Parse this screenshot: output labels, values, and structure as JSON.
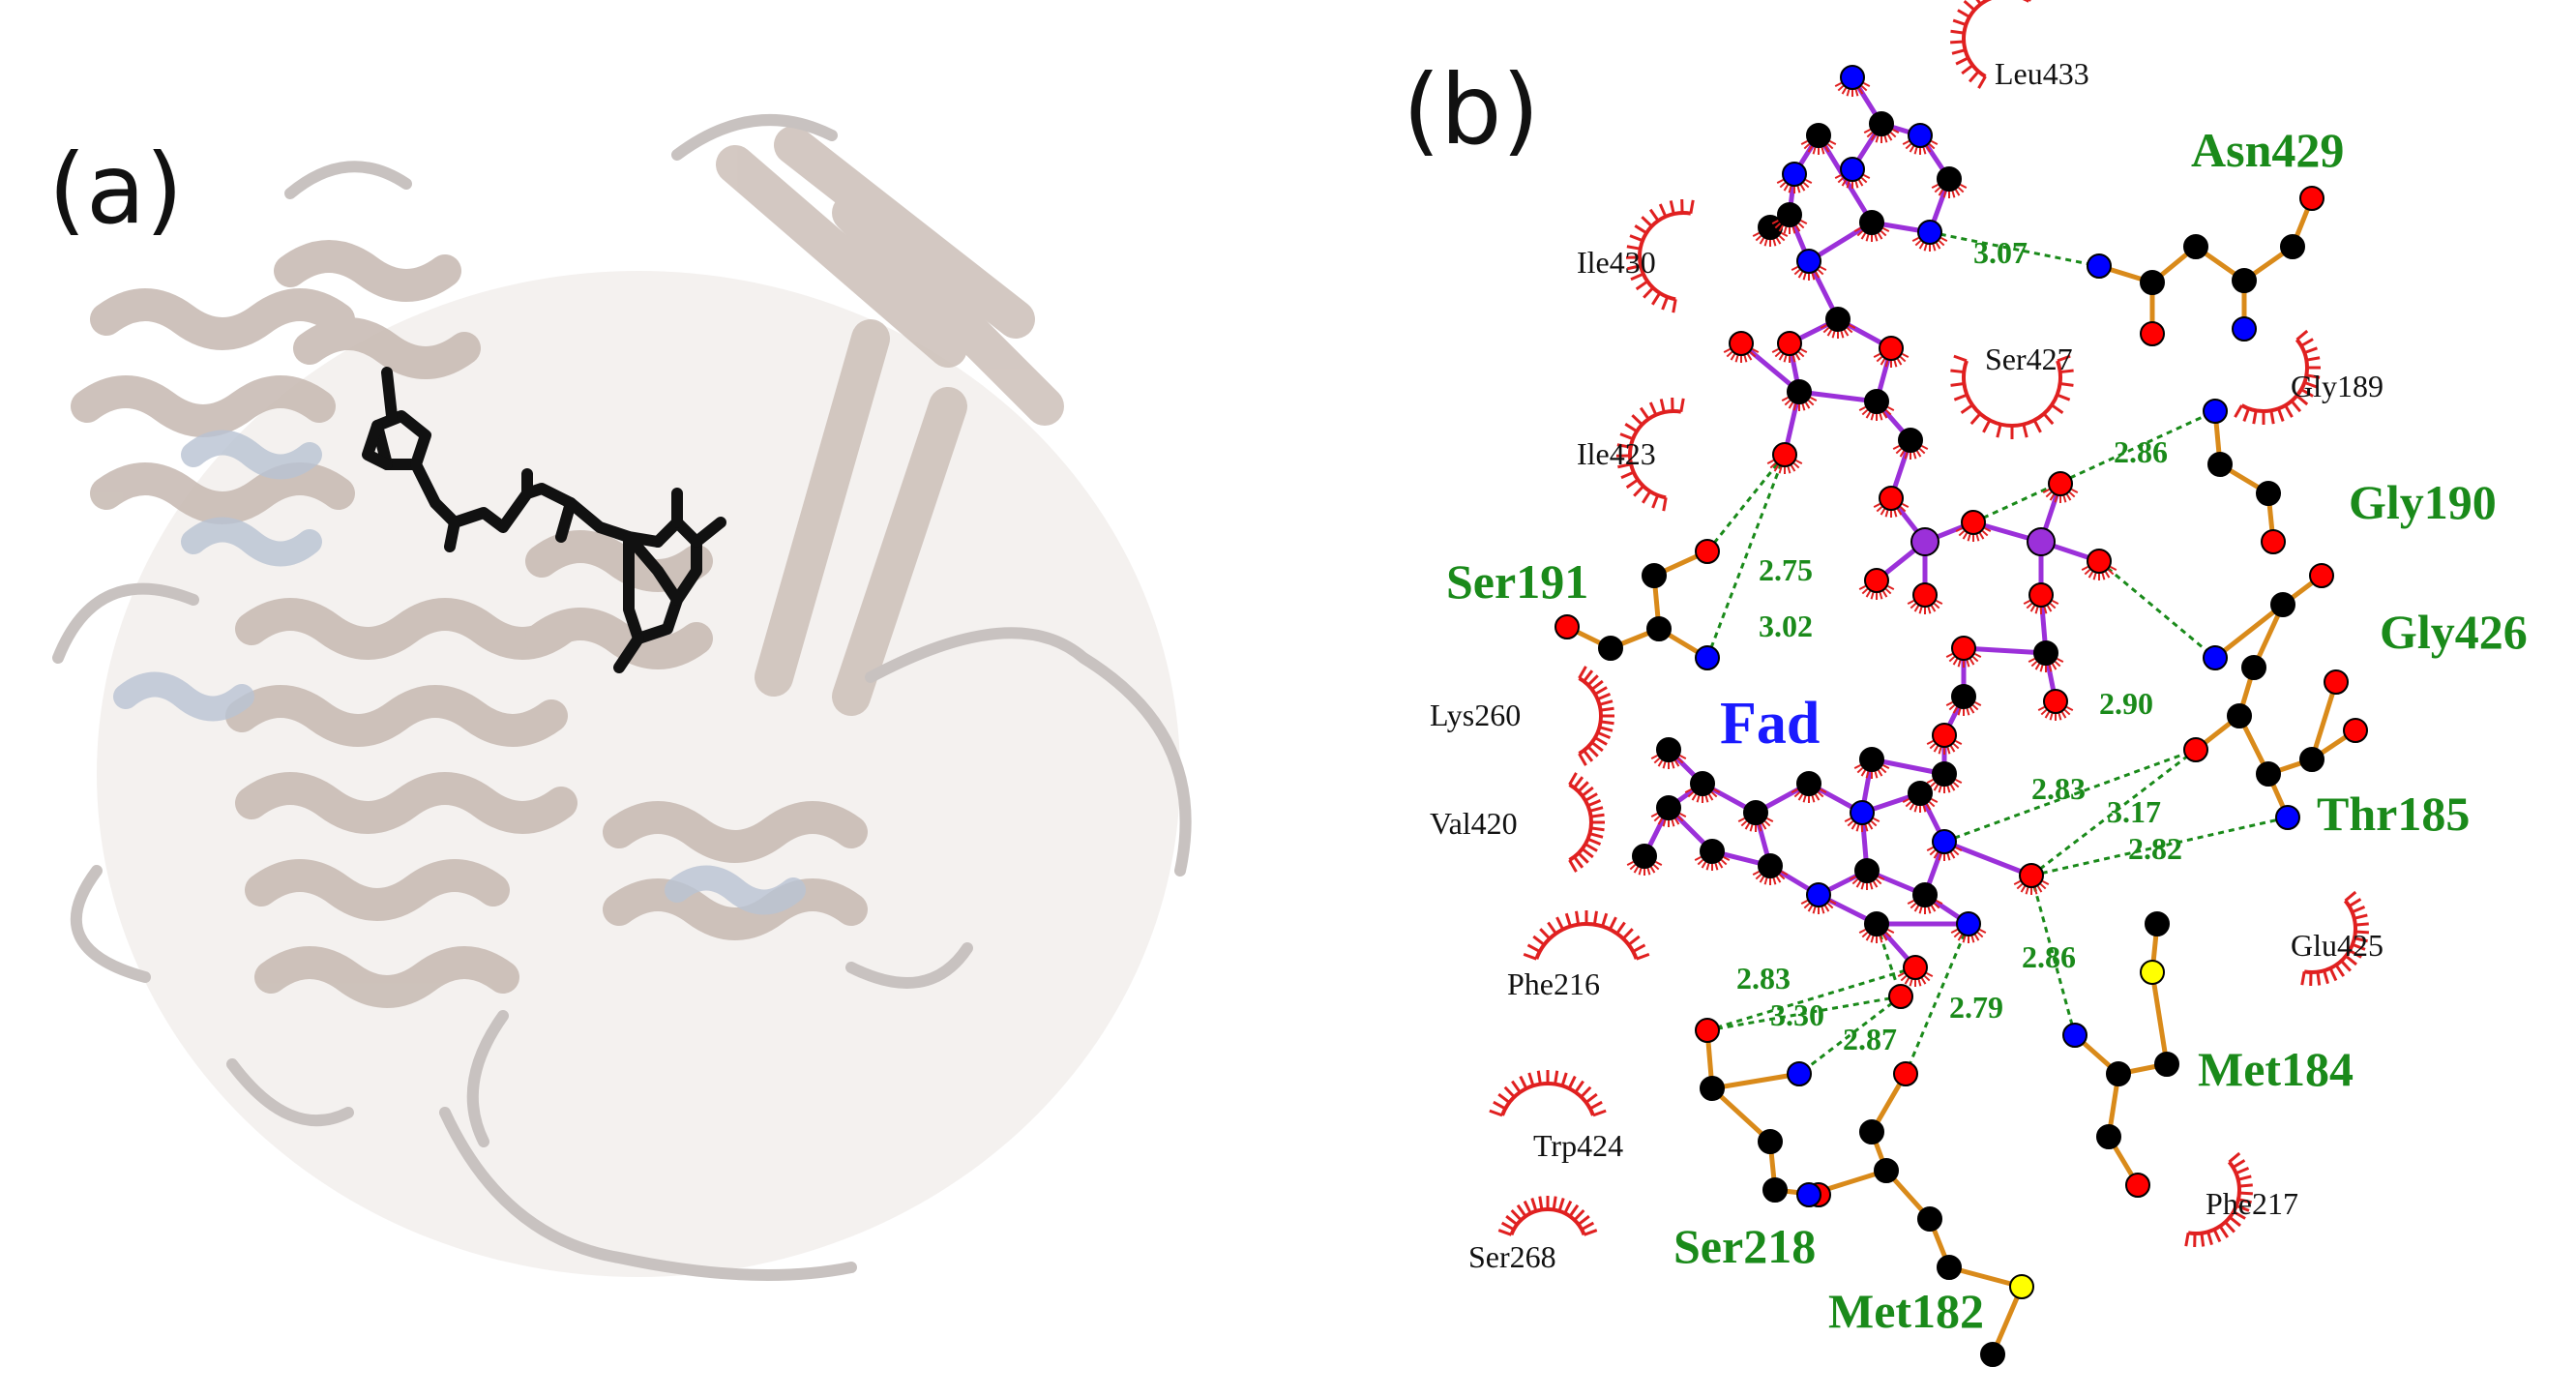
{
  "panels": {
    "a_label": "(a)",
    "b_label": "(b)"
  },
  "ligand": {
    "name": "Fad"
  },
  "hbond_residues": {
    "asn429": "Asn429",
    "gly190": "Gly190",
    "ser191": "Ser191",
    "gly426": "Gly426",
    "thr185": "Thr185",
    "met184": "Met184",
    "ser218": "Ser218",
    "met182": "Met182"
  },
  "hydrophobic_residues": {
    "leu433": "Leu433",
    "ile430": "Ile430",
    "ser427": "Ser427",
    "gly189": "Gly189",
    "ile423": "Ile423",
    "lys260": "Lys260",
    "val420": "Val420",
    "glu425": "Glu425",
    "phe216": "Phe216",
    "trp424": "Trp424",
    "ser268": "Ser268",
    "phe217": "Phe217"
  },
  "hbond_distances": {
    "d_asn429": "3.07",
    "d_gly189": "2.86",
    "d_ser191_a": "2.75",
    "d_ser191_b": "3.02",
    "d_gly426": "2.90",
    "d_thr185_a": "2.83",
    "d_thr185_b": "3.17",
    "d_thr185_c": "2.82",
    "d_ser218_a": "2.83",
    "d_ser218_b": "3.30",
    "d_ser218_c": "2.87",
    "d_met182": "2.79",
    "d_met184": "2.86"
  },
  "colors": {
    "carbon": "#000000",
    "oxygen": "#ff0000",
    "nitrogen": "#0000ff",
    "phosphorus": "#9b30d9",
    "sulfur": "#ffff00",
    "ligand_bond": "#9b30d9",
    "residue_bond": "#d98a1a",
    "hbond": "#1a8a1a",
    "hydrophobic_arc": "#e02020",
    "protein_ribbon": "#d9cfc9"
  }
}
